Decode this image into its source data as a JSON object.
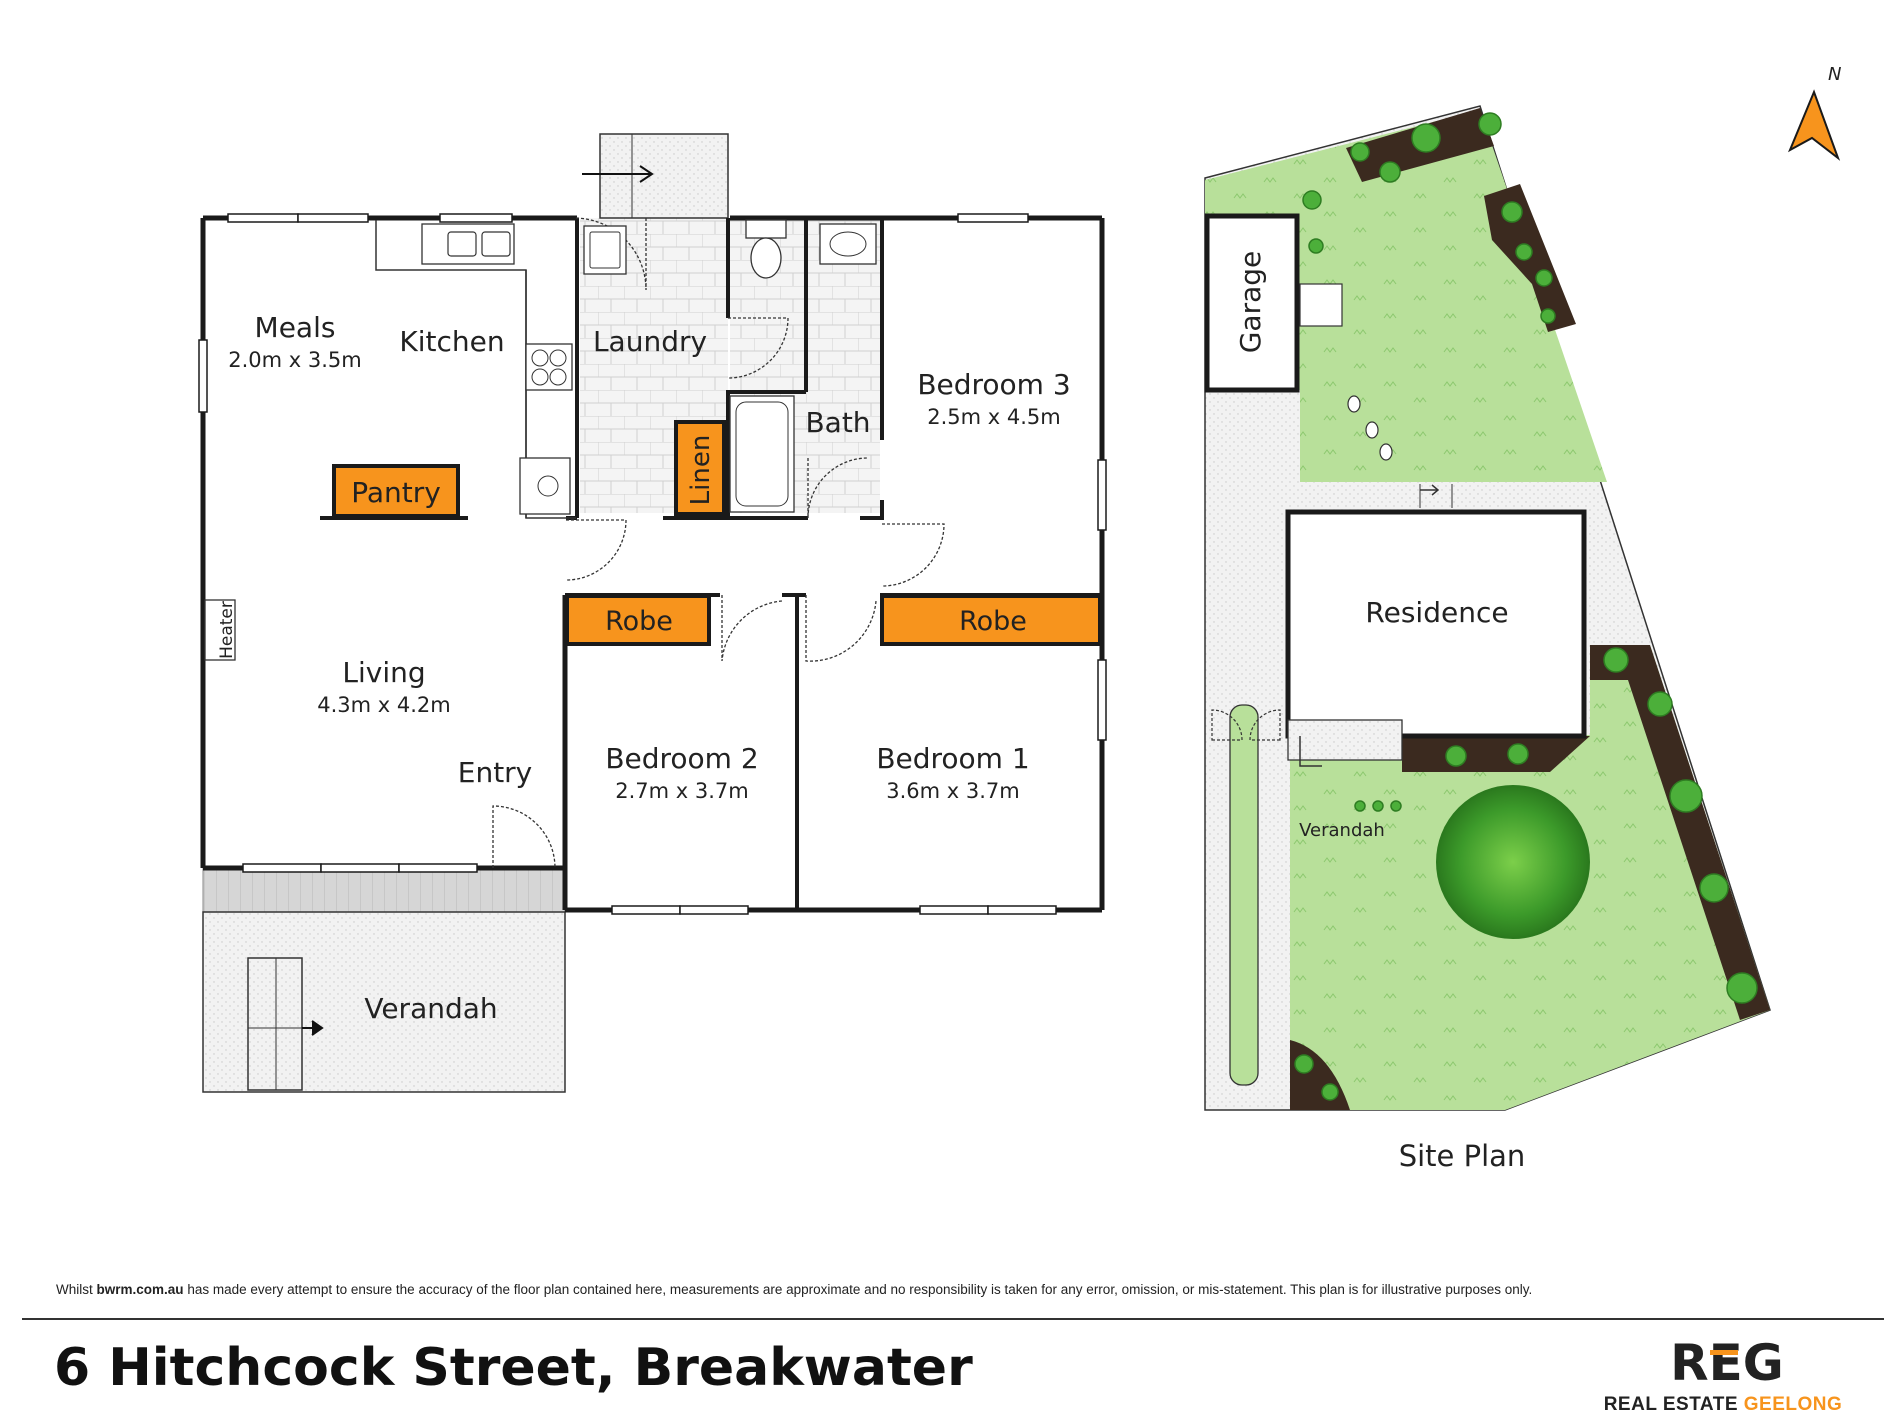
{
  "floor_plan": {
    "rooms": {
      "meals": {
        "name": "Meals",
        "dims": "2.0m x 3.5m"
      },
      "kitchen": {
        "name": "Kitchen"
      },
      "laundry": {
        "name": "Laundry"
      },
      "bath": {
        "name": "Bath"
      },
      "linen": {
        "name": "Linen"
      },
      "pantry": {
        "name": "Pantry"
      },
      "bedroom3": {
        "name": "Bedroom 3",
        "dims": "2.5m x 4.5m"
      },
      "living": {
        "name": "Living",
        "dims": "4.3m x 4.2m"
      },
      "entry": {
        "name": "Entry"
      },
      "heater": {
        "name": "Heater"
      },
      "robe_left": {
        "name": "Robe"
      },
      "robe_right": {
        "name": "Robe"
      },
      "bedroom2": {
        "name": "Bedroom 2",
        "dims": "2.7m x 3.7m"
      },
      "bedroom1": {
        "name": "Bedroom 1",
        "dims": "3.6m x 3.7m"
      },
      "verandah": {
        "name": "Verandah"
      }
    }
  },
  "site_plan": {
    "title": "Site Plan",
    "garage": "Garage",
    "residence": "Residence",
    "verandah": "Verandah",
    "north": "N"
  },
  "colors": {
    "robe_orange": "#f7941d",
    "lawn_green": "#b8e09a",
    "garden_bed": "#3b2a1f",
    "wall": "#1a1a1a"
  },
  "footer": {
    "disclaimer_prefix": "Whilst",
    "disclaimer_site": "bwrm.com.au",
    "disclaimer_rest": "has made every attempt to ensure the accuracy of the floor plan contained here, measurements are approximate and no responsibility is taken for any error, omission, or mis-statement. This plan is for illustrative purposes only.",
    "address": "6 Hitchcock Street, Breakwater",
    "brand_logo": "REG",
    "brand_name_part1": "REAL ESTATE",
    "brand_name_part2": "GEELONG"
  }
}
